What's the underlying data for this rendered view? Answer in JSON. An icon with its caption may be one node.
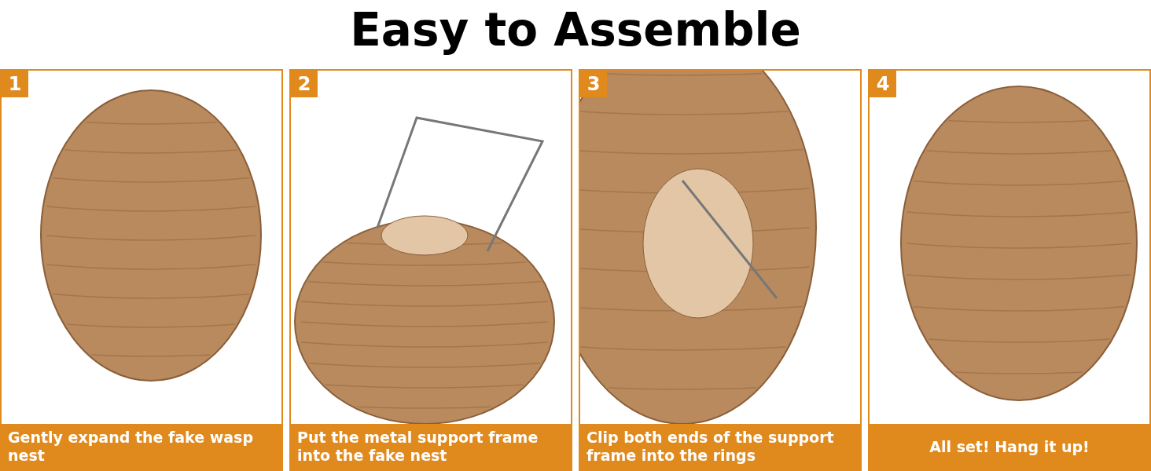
{
  "diagram": {
    "title": "Easy to Assemble",
    "nodes": [
      {
        "text": [
          "1",
          "Gently expand the fake wasp nest"
        ]
      },
      {
        "text": [
          "2",
          "Put the metal support frame into the fake nest"
        ]
      },
      {
        "text": [
          "3",
          "Clip both ends of the support frame into the rings"
        ]
      },
      {
        "text": [
          "4",
          "All set! Hang it up!"
        ]
      }
    ]
  }
}
